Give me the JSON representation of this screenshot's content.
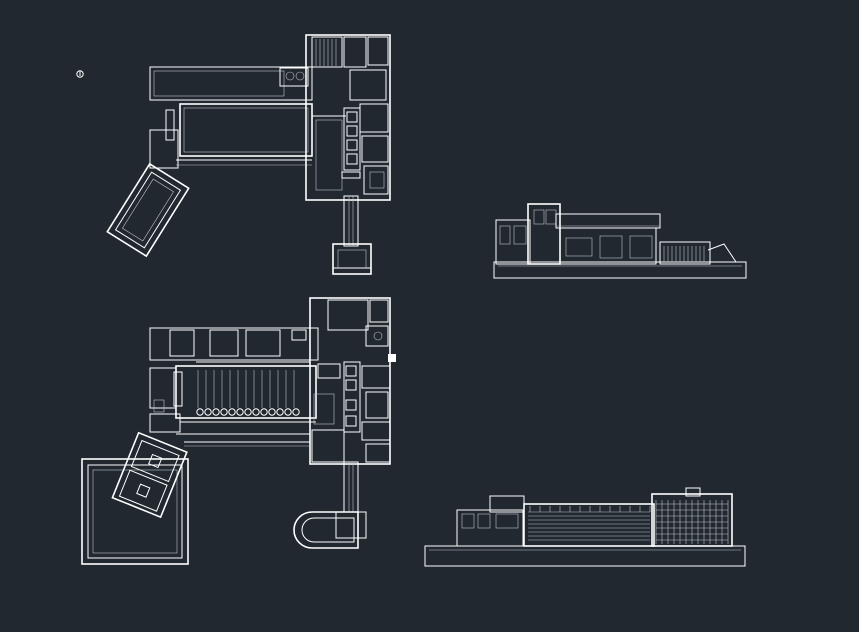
{
  "drawing": {
    "background_color": "#212830",
    "line_color": "#ffffff",
    "north_marker": "circle-icon",
    "sheets": [
      {
        "id": "upper-floor-plan",
        "kind": "floor-plan"
      },
      {
        "id": "lower-floor-plan",
        "kind": "floor-plan"
      },
      {
        "id": "section",
        "kind": "section-elevation"
      },
      {
        "id": "front-elevation",
        "kind": "elevation"
      }
    ]
  }
}
